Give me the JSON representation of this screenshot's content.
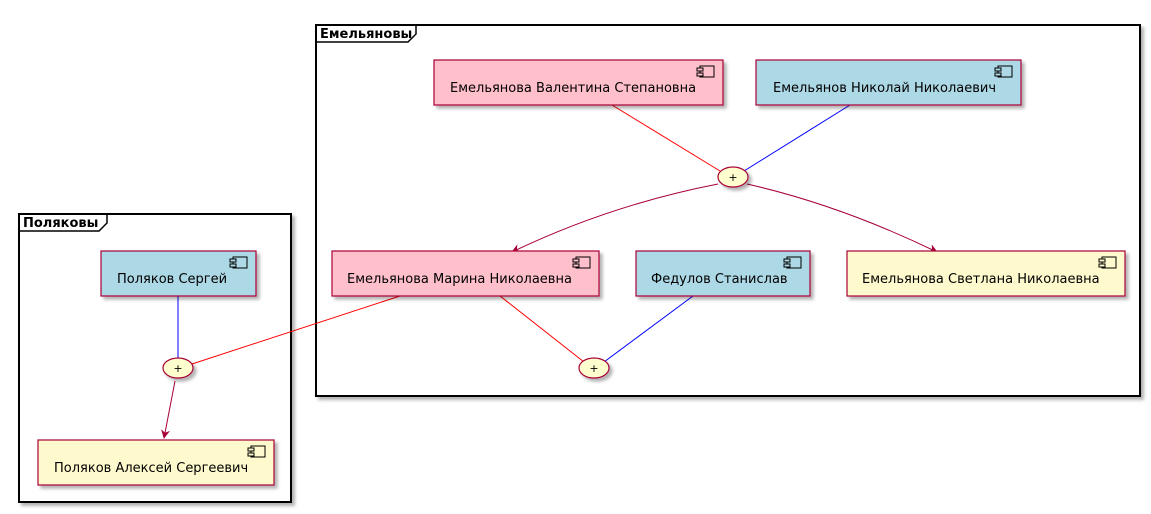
{
  "colors": {
    "female": "#ffc0cb",
    "male": "#add8e6",
    "child": "#fffacd",
    "node_border": "#a80036",
    "junction_fill": "#fefece",
    "female_edge": "#ff0000",
    "male_edge": "#0000ff",
    "child_edge": "#a80036",
    "frame_border": "#000000"
  },
  "packages": {
    "emelyanovy": {
      "title": "Емельяновы"
    },
    "polyakovy": {
      "title": "Поляковы"
    }
  },
  "people": {
    "valentina": {
      "name": "Емельянова Валентина Степановна",
      "role": "female"
    },
    "nikolai": {
      "name": "Емельянов Николай Николаевич",
      "role": "male"
    },
    "marina": {
      "name": "Емельянова Марина Николаевна",
      "role": "female"
    },
    "fedulov": {
      "name": "Федулов Станислав",
      "role": "male"
    },
    "svetlana": {
      "name": "Емельянова Светлана Николаевна",
      "role": "child"
    },
    "sergei": {
      "name": "Поляков Сергей",
      "role": "male"
    },
    "aleksei": {
      "name": "Поляков Алексей Сергеевич",
      "role": "child"
    }
  },
  "junction_symbol": "+",
  "component_icon": "component-icon"
}
